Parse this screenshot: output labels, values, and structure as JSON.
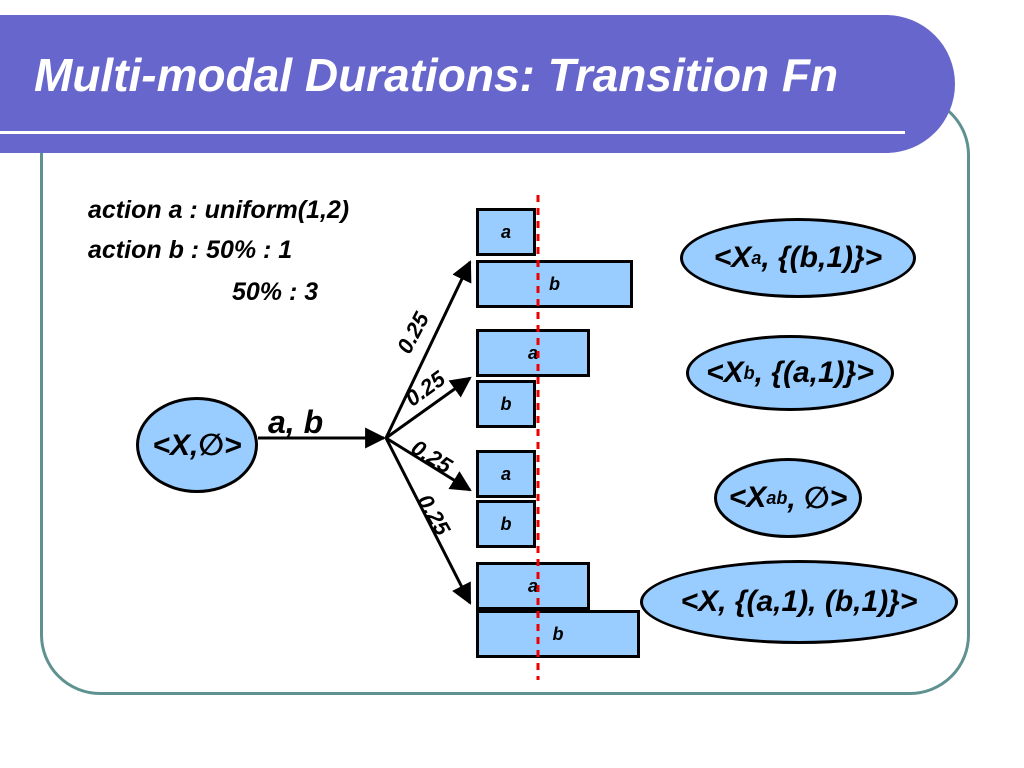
{
  "slide": {
    "title": "Multi-modal Durations: Transition Fn",
    "notes": {
      "line1": "action a : uniform(1,2)",
      "line2": "action b : 50% : 1",
      "line3": "50% : 3"
    }
  },
  "diagram": {
    "start_state": "<X,∅>",
    "edge_label": "a, b",
    "probabilities": [
      "0.25",
      "0.25",
      "0.25",
      "0.25"
    ],
    "boxes": [
      "a",
      "b",
      "a",
      "b",
      "a",
      "b",
      "a",
      "b"
    ],
    "result_states": {
      "s1": {
        "pre": "<X",
        "sub": "a",
        "post": ", {(b,1)}>"
      },
      "s2": {
        "pre": "<X",
        "sub": "b",
        "post": ", {(a,1)}>"
      },
      "s3": {
        "pre": "<X",
        "sub": "ab",
        "post": ", ∅>"
      },
      "s4": {
        "text": "<X, {(a,1), (b,1)}>"
      }
    }
  },
  "colors": {
    "title_bar": "#6666cc",
    "frame": "#5f9191",
    "node_fill": "#99ccff",
    "time_marker": "#ff0000"
  }
}
